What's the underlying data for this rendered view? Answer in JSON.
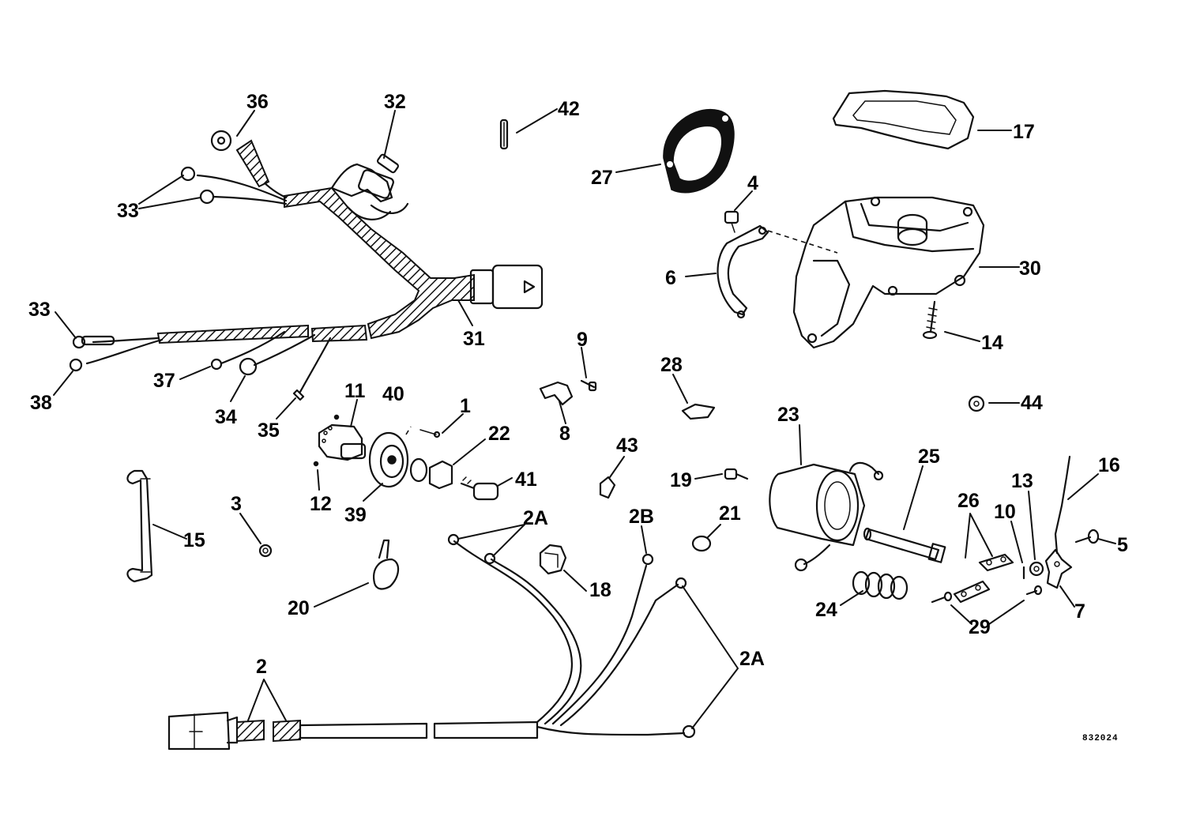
{
  "diagram": {
    "figure_number": "832024",
    "callouts": {
      "c1": "1",
      "c2": "2",
      "c2a_1": "2A",
      "c2a_2": "2A",
      "c2b": "2B",
      "c3": "3",
      "c4": "4",
      "c5": "5",
      "c6": "6",
      "c7": "7",
      "c8": "8",
      "c9": "9",
      "c10": "10",
      "c11": "11",
      "c12": "12",
      "c13": "13",
      "c14": "14",
      "c15": "15",
      "c16": "16",
      "c17": "17",
      "c18": "18",
      "c19": "19",
      "c20": "20",
      "c21": "21",
      "c22": "22",
      "c23": "23",
      "c24": "24",
      "c25": "25",
      "c26": "26",
      "c27": "27",
      "c28": "28",
      "c29": "29",
      "c30": "30",
      "c31": "31",
      "c32": "32",
      "c33_1": "33",
      "c33_2": "33",
      "c34": "34",
      "c35": "35",
      "c36": "36",
      "c37": "37",
      "c38": "38",
      "c39": "39",
      "c40": "40",
      "c41": "41",
      "c42": "42",
      "c43": "43",
      "c44": "44"
    }
  }
}
